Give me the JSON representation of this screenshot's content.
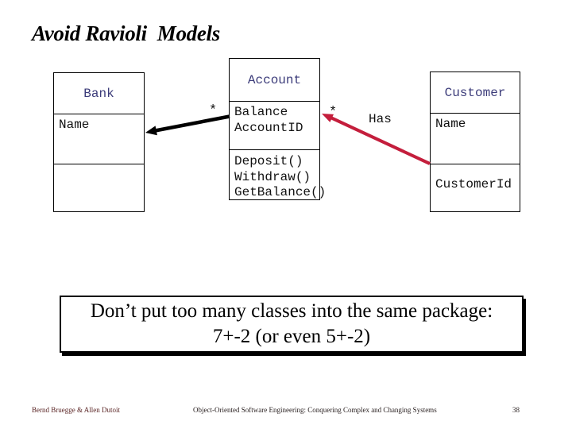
{
  "colors": {
    "association_red": "#C41E3C",
    "class_name_blue": "#3C3C7A",
    "footer_maroon": "#5A2424",
    "text_black": "#111111"
  },
  "title": "Avoid Ravioli  Models",
  "diagram": {
    "bank": {
      "name": "Bank",
      "attributes": [
        "Name"
      ]
    },
    "account": {
      "name": "Account",
      "attributes": [
        "Balance",
        "AccountID"
      ],
      "operations": [
        "Deposit()",
        "Withdraw()",
        "GetBalance()"
      ]
    },
    "customer": {
      "name": "Customer",
      "attributes": [
        "Name"
      ],
      "extra": "CustomerId"
    },
    "bank_account": {
      "multiplicity": "*"
    },
    "account_customer": {
      "multiplicity": "*",
      "label": "Has"
    }
  },
  "message": {
    "line1": "Don’t put too many classes into the same package:",
    "line2": "7+-2 (or even 5+-2)"
  },
  "footer": {
    "authors": "Bernd Bruegge & Allen Dutoit",
    "book": "Object-Oriented Software Engineering: Conquering Complex and Changing Systems",
    "page": "38"
  }
}
